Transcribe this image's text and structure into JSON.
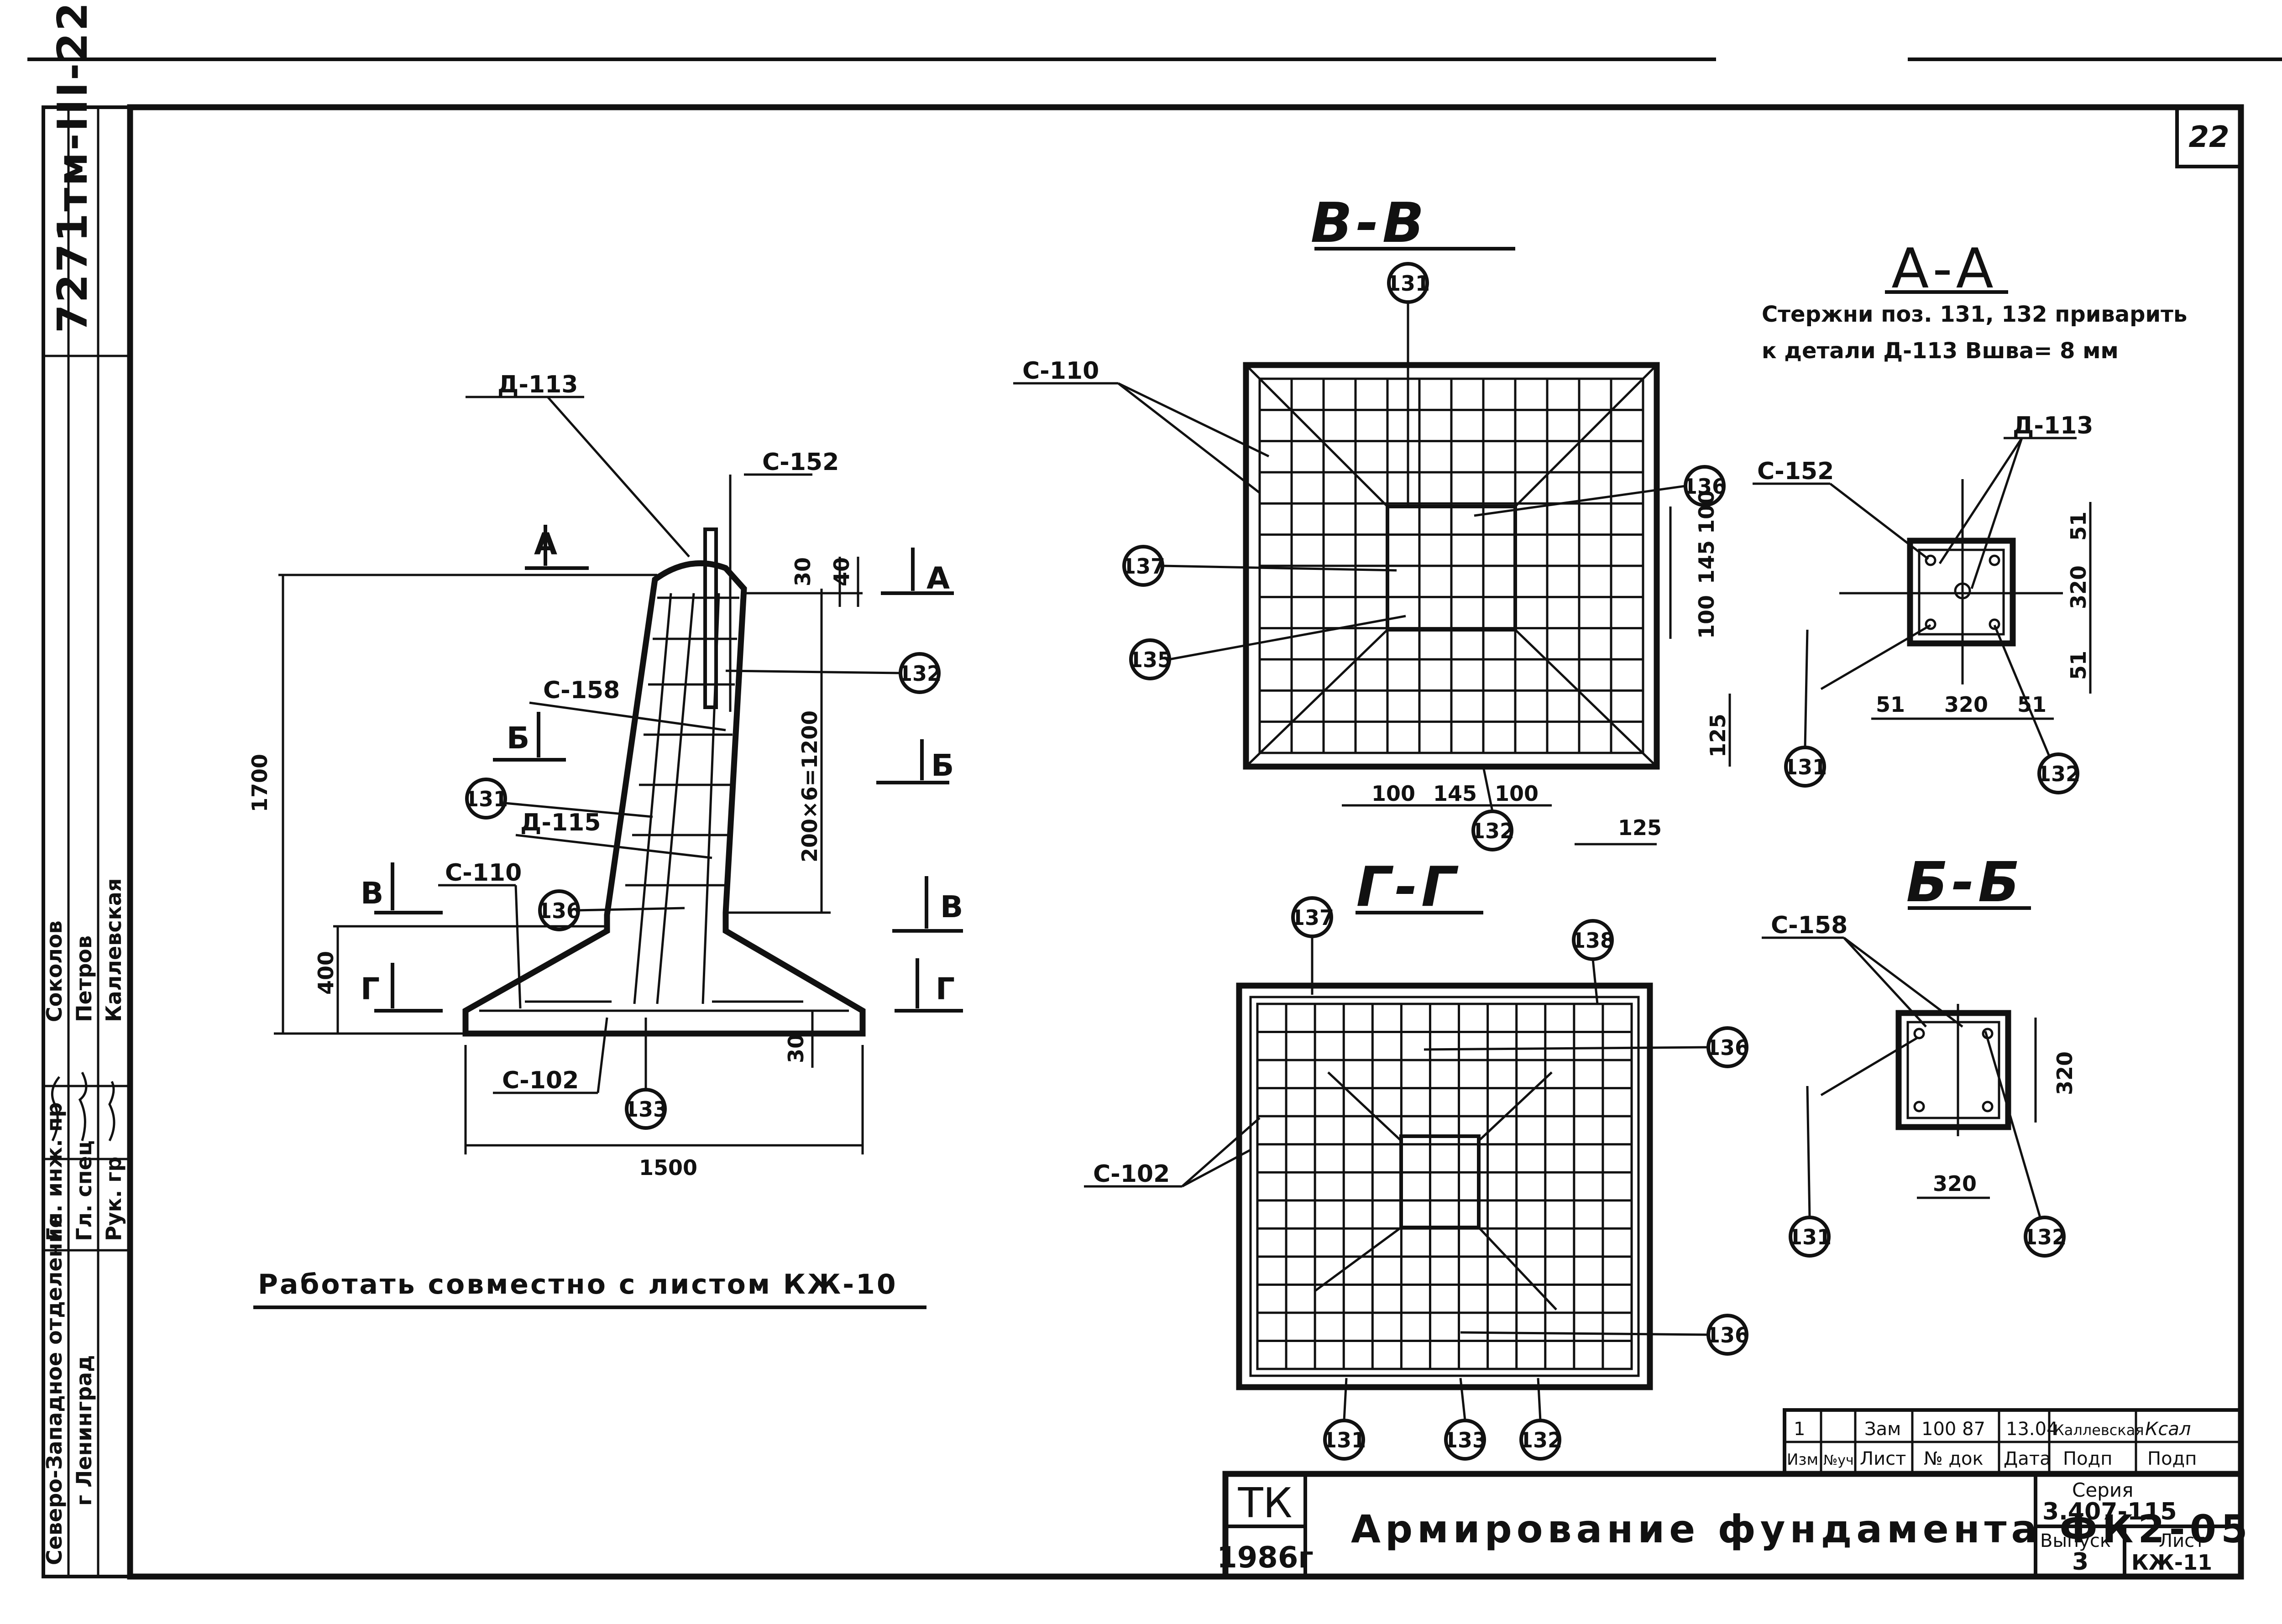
{
  "sheet": {
    "page_number": "22",
    "doc_code": "7271тм-III-22",
    "note": "Работать совместно с листом КЖ-10"
  },
  "side_stamp": {
    "org_line1": "Северо-Западное отделение",
    "org_line2": "г Ленинград",
    "roles": [
      "Гл. инж. пр",
      "Гл. спец",
      "Рук. гр"
    ],
    "names": [
      "Соколов",
      "Петров",
      "Каллевская"
    ]
  },
  "sections": {
    "bb": "В-В",
    "gg": "Г-Г",
    "aa": "А-А",
    "bb2": "Б-Б"
  },
  "aa_note": {
    "line1": "Стержни  поз. 131, 132 приварить",
    "line2": "к детали  Д-113     Bшва= 8 мм"
  },
  "elevation": {
    "labels": {
      "d113": "Д-113",
      "c152": "С-152",
      "c158": "С-158",
      "d115": "Д-115",
      "c110": "С-110",
      "c102": "С-102",
      "cut_a": "А",
      "cut_b": "Б",
      "cut_v": "В",
      "cut_g": "Г"
    },
    "callouts": {
      "p131": "131",
      "p132": "132",
      "p136": "136",
      "p133": "133"
    },
    "dims": {
      "h_total": "1700",
      "h_base": "400",
      "w_base": "1500",
      "d30": "30",
      "d40": "40",
      "d30b": "30",
      "step": "200×6=1200"
    }
  },
  "section_bb": {
    "labels": {
      "c110": "С-110"
    },
    "callouts": {
      "p131": "131",
      "p136": "136",
      "p137": "137",
      "p135": "135",
      "p132": "132"
    },
    "dims": {
      "d100a": "100",
      "d145": "145",
      "d100b": "100",
      "v100a": "100",
      "v145": "145",
      "v100b": "100",
      "d125": "125",
      "v125": "125"
    }
  },
  "section_gg": {
    "labels": {
      "c102": "С-102"
    },
    "callouts": {
      "p137": "137",
      "p138": "138",
      "p136a": "136",
      "p136b": "136",
      "p131": "131",
      "p133": "133",
      "p132": "132"
    }
  },
  "section_aa": {
    "labels": {
      "c152": "С-152",
      "d113": "Д-113"
    },
    "callouts": {
      "p131": "131",
      "p132": "132"
    },
    "dims": {
      "h51a": "51",
      "h320": "320",
      "h51b": "51",
      "v51a": "51",
      "v320": "320",
      "v51b": "51"
    }
  },
  "section_bb2": {
    "labels": {
      "c158": "С-158"
    },
    "callouts": {
      "p131": "131",
      "p132": "132"
    },
    "dims": {
      "h320": "320",
      "v320": "320"
    }
  },
  "revision": {
    "row": [
      "1",
      "",
      "Зам",
      "100 87",
      "13.04",
      "Каллевская",
      "Кcaл"
    ],
    "headers": [
      "Изм.",
      "№уч",
      "Лист",
      "№ док",
      "Дата",
      "Подп",
      "Подп"
    ]
  },
  "title_block": {
    "tk": "ТК",
    "year": "1986г",
    "title": "Армирование фундамента ФК2-05",
    "series_label": "Серия",
    "series": "3.407-115",
    "issue_label": "Выпуск",
    "issue": "3",
    "sheet_label": "Лист",
    "sheet_no": "КЖ-11"
  }
}
